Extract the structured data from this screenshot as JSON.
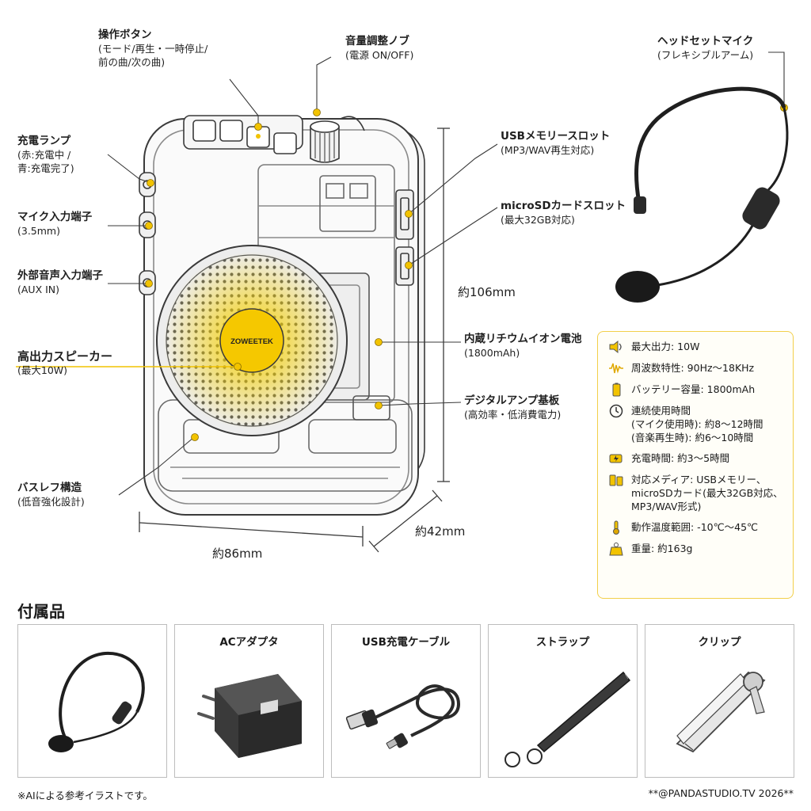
{
  "labels": {
    "buttons": {
      "title": "操作ボタン",
      "line1": "(モード/再生・一時停止/",
      "line2": "前の曲/次の曲)"
    },
    "volume": {
      "title": "音量調整ノブ",
      "line1": "(電源 ON/OFF)"
    },
    "headset": {
      "title": "ヘッドセットマイク",
      "line1": "(フレキシブルアーム)"
    },
    "charge_lamp": {
      "title": "充電ランプ",
      "line1": "(赤:充電中 /",
      "line2": "青:充電完了)"
    },
    "mic_input": {
      "title": "マイク入力端子",
      "line1": "(3.5mm)"
    },
    "aux_input": {
      "title": "外部音声入力端子",
      "line1": "(AUX IN)"
    },
    "speaker": {
      "title": "高出力スピーカー",
      "line1": "(最大10W)"
    },
    "bass_reflex": {
      "title": "バスレフ構造",
      "line1": "(低音強化設計)"
    },
    "usb_slot": {
      "title": "USBメモリースロット",
      "line1": "(MP3/WAV再生対応)"
    },
    "sd_slot": {
      "title": "microSDカードスロット",
      "line1": "(最大32GB対応)"
    },
    "battery": {
      "title": "内蔵リチウムイオン電池",
      "line1": "(1800mAh)"
    },
    "amp": {
      "title": "デジタルアンプ基板",
      "line1": "(高効率・低消費電力)"
    },
    "brand": "ZOWEETEK"
  },
  "dimensions": {
    "height": "約106mm",
    "width": "約86mm",
    "depth": "約42mm"
  },
  "specs": [
    {
      "icon": "speaker-icon",
      "lines": [
        "最大出力: 10W"
      ]
    },
    {
      "icon": "waveform-icon",
      "lines": [
        "周波数特性: 90Hz〜18KHz"
      ]
    },
    {
      "icon": "battery-icon",
      "lines": [
        "バッテリー容量: 1800mAh"
      ]
    },
    {
      "icon": "clock-icon",
      "lines": [
        "連続使用時間",
        "(マイク使用時): 約8〜12時間",
        "(音楽再生時): 約6〜10時間"
      ]
    },
    {
      "icon": "charging-icon",
      "lines": [
        "充電時間: 約3〜5時間"
      ]
    },
    {
      "icon": "media-icon",
      "lines": [
        "対応メディア: USBメモリー、",
        "microSDカード(最大32GB対応、",
        "MP3/WAV形式)"
      ]
    },
    {
      "icon": "thermometer-icon",
      "lines": [
        "動作温度範囲: -10℃〜45℃"
      ]
    },
    {
      "icon": "weight-icon",
      "lines": [
        "重量: 約163g"
      ]
    }
  ],
  "accessories": {
    "title": "付属品",
    "items": [
      {
        "name": "",
        "icon": "headset-mic-icon"
      },
      {
        "name": "ACアダプタ",
        "icon": "ac-adapter-icon"
      },
      {
        "name": "USB充電ケーブル",
        "icon": "usb-cable-icon"
      },
      {
        "name": "ストラップ",
        "icon": "strap-icon"
      },
      {
        "name": "クリップ",
        "icon": "clip-icon"
      }
    ]
  },
  "footer": {
    "note": "※AIによる参考イラストです。",
    "credit": "**@PANDASTUDIO.TV 2026**"
  },
  "colors": {
    "accent": "#f2c300",
    "line": "#3a3a3a",
    "panel_border": "#f2cf4a"
  }
}
